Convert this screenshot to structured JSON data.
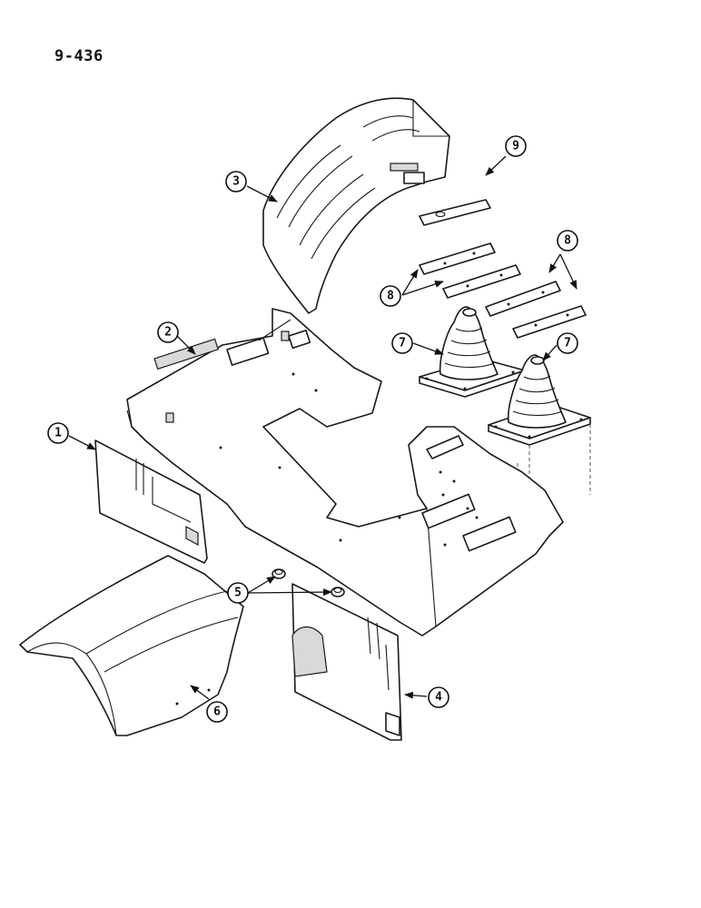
{
  "page_number": "9-436",
  "callouts": [
    "1",
    "2",
    "3",
    "4",
    "5",
    "6",
    "7",
    "7",
    "8",
    "8",
    "9"
  ]
}
